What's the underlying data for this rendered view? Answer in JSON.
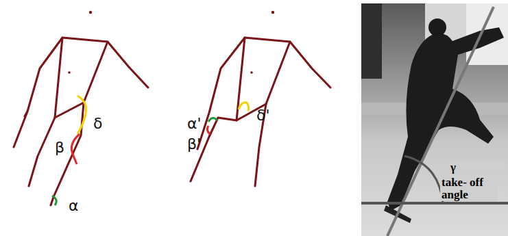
{
  "diagram": {
    "labels": [
      "δ",
      "β",
      "α",
      "α'",
      "β'",
      "δ'",
      "γ",
      "take- off angle"
    ]
  }
}
